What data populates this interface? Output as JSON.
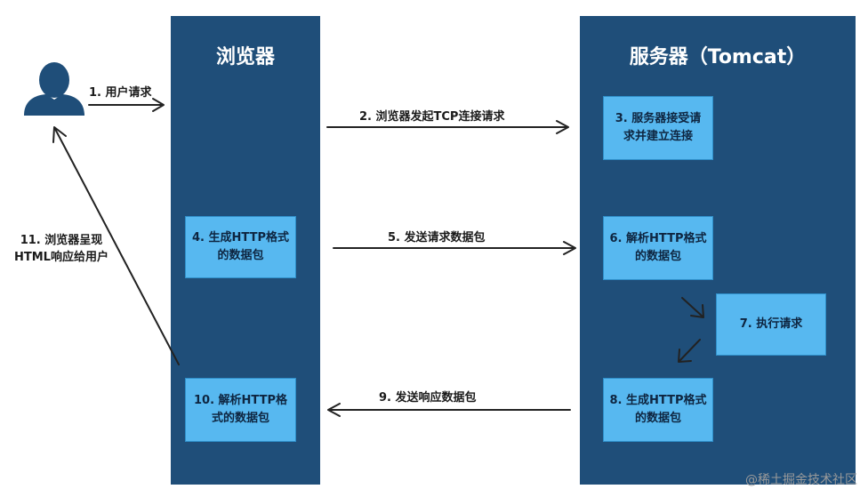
{
  "columns": {
    "browser": "浏览器",
    "server": "服务器（Tomcat）"
  },
  "boxes": {
    "step3": "3. 服务器接受请\n求并建立连接",
    "step4": "4. 生成HTTP格式\n的数据包",
    "step6": "6. 解析HTTP格式\n的数据包",
    "step7": "7. 执行请求",
    "step8": "8. 生成HTTP格式\n的数据包",
    "step10": "10. 解析HTTP格\n式的数据包"
  },
  "labels": {
    "step1": "1. 用户请求",
    "step2": "2. 浏览器发起TCP连接请求",
    "step5": "5. 发送请求数据包",
    "step9": "9. 发送响应数据包",
    "step11": "11. 浏览器呈现\nHTML响应给用户"
  },
  "watermark": "@稀土掘金技术社区",
  "icons": {
    "user": "user-silhouette-icon"
  },
  "colors": {
    "column": "#1f4e79",
    "box": "#57b8f0",
    "arrow": "#222222"
  }
}
